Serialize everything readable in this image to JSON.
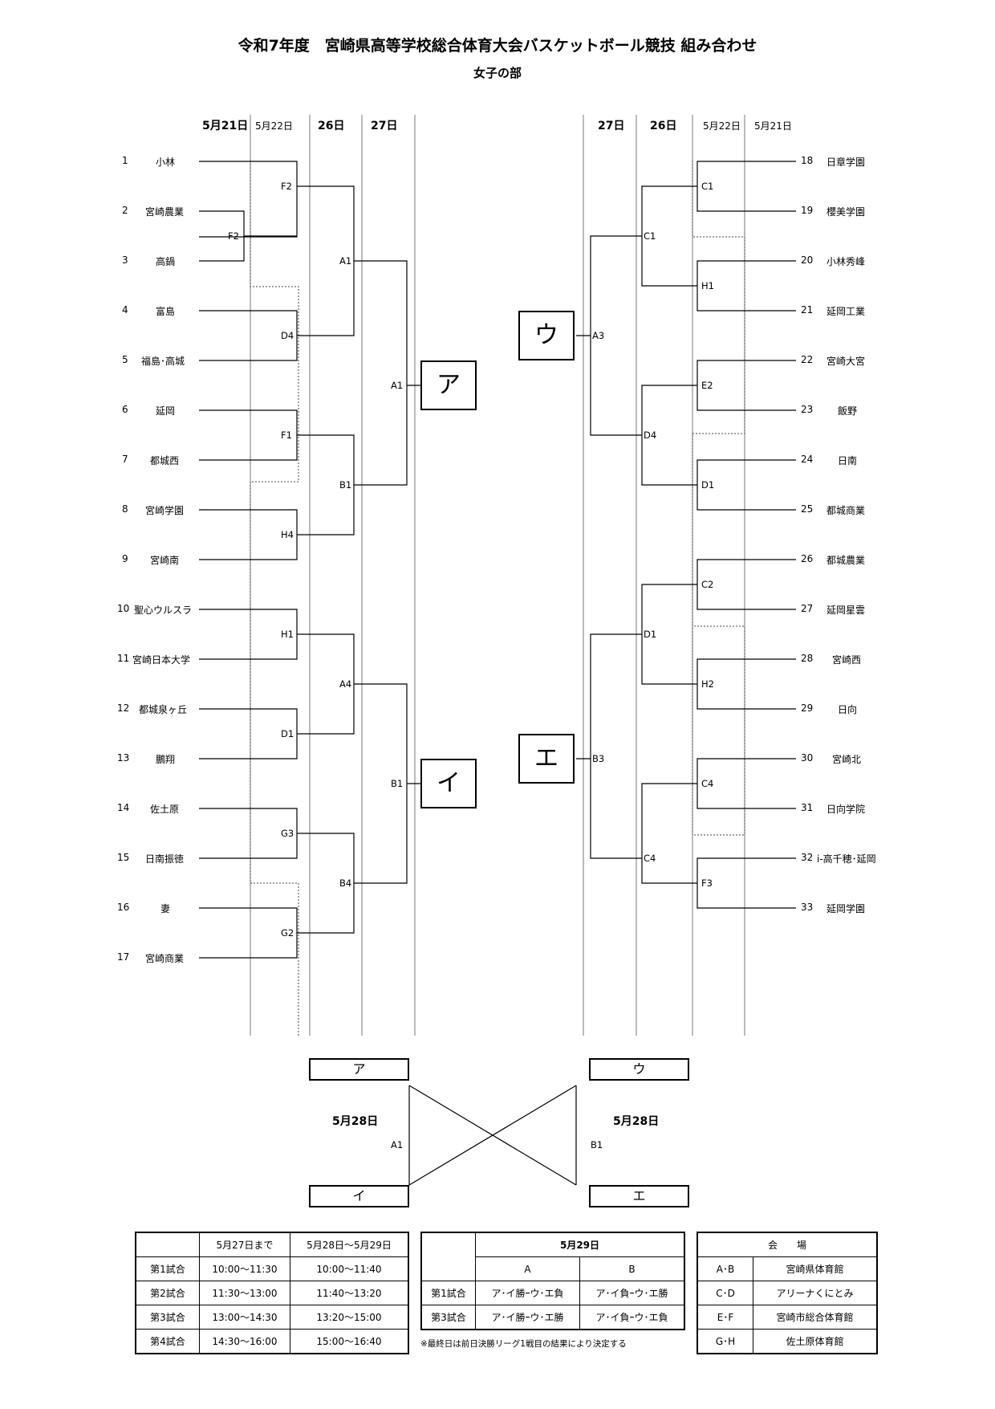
{
  "title": "令和7年度　宮崎県高等学校総合体育大会バスケットボール競技 組み合わせ",
  "subtitle": "女子の部",
  "left_headers": [
    "5月21日",
    "5月22日",
    "26日",
    "27日"
  ],
  "right_headers": [
    "27日",
    "26日",
    "5月22日",
    "5月21日"
  ],
  "left_teams": [
    {
      "num": "1",
      "name": "小林"
    },
    {
      "num": "2",
      "name": "宮崎農業"
    },
    {
      "num": "3",
      "name": "高鍋"
    },
    {
      "num": "4",
      "name": "富島"
    },
    {
      "num": "5",
      "name": "福島･高城"
    },
    {
      "num": "6",
      "name": "延岡"
    },
    {
      "num": "7",
      "name": "都城西"
    },
    {
      "num": "8",
      "name": "宮崎学園"
    },
    {
      "num": "9",
      "name": "宮崎南"
    },
    {
      "num": "10",
      "name": "聖心ウルスラ"
    },
    {
      "num": "11",
      "name": "宮崎日本大学"
    },
    {
      "num": "12",
      "name": "都城泉ヶ丘"
    },
    {
      "num": "13",
      "name": "鵬翔"
    },
    {
      "num": "14",
      "name": "佐土原"
    },
    {
      "num": "15",
      "name": "日南振徳"
    },
    {
      "num": "16",
      "name": "妻"
    },
    {
      "num": "17",
      "name": "宮崎商業"
    }
  ],
  "right_teams": [
    {
      "num": "18",
      "name": "日章学園"
    },
    {
      "num": "19",
      "name": "櫻美学園"
    },
    {
      "num": "20",
      "name": "小林秀峰"
    },
    {
      "num": "21",
      "name": "延岡工業"
    },
    {
      "num": "22",
      "name": "宮崎大宮"
    },
    {
      "num": "23",
      "name": "飯野"
    },
    {
      "num": "24",
      "name": "日南"
    },
    {
      "num": "25",
      "name": "都城商業"
    },
    {
      "num": "26",
      "name": "都城農業"
    },
    {
      "num": "27",
      "name": "延岡星雲"
    },
    {
      "num": "28",
      "name": "宮崎西"
    },
    {
      "num": "29",
      "name": "日向"
    },
    {
      "num": "30",
      "name": "宮崎北"
    },
    {
      "num": "31",
      "name": "日向学院"
    },
    {
      "num": "32",
      "name": "i-高千穂･延岡"
    },
    {
      "num": "33",
      "name": "延岡学園"
    }
  ],
  "left_matches": [
    "F2",
    "F2",
    "D4",
    "F1",
    "H4",
    "H1",
    "D1",
    "G3",
    "G2",
    "A1",
    "B1",
    "A4",
    "B4",
    "A1",
    "B1"
  ],
  "right_matches": [
    "C1",
    "H1",
    "E2",
    "D1",
    "C2",
    "H2",
    "C4",
    "F3",
    "C1",
    "D4",
    "D1",
    "C4",
    "A3",
    "B3"
  ],
  "blocks": {
    "a": "ア",
    "i": "イ",
    "u": "ウ",
    "e": "エ"
  },
  "final": {
    "date_left": "5月28日",
    "date_right": "5月28日",
    "court_left": "A1",
    "court_right": "B1"
  },
  "schedule": {
    "headers": [
      "",
      "5月27日まで",
      "5月28日～5月29日"
    ],
    "rows": [
      [
        "第1試合",
        "10:00～11:30",
        "10:00～11:40"
      ],
      [
        "第2試合",
        "11:30～13:00",
        "11:40～13:20"
      ],
      [
        "第3試合",
        "13:00～14:30",
        "13:20～15:00"
      ],
      [
        "第4試合",
        "14:30～16:00",
        "15:00～16:40"
      ]
    ]
  },
  "final_day": {
    "date": "5月29日",
    "col_a": "A",
    "col_b": "B",
    "rows": [
      [
        "第1試合",
        "ア･イ勝ｰウ･エ負",
        "ア･イ負ｰウ･エ勝"
      ],
      [
        "第3試合",
        "ア･イ勝ｰウ･エ勝",
        "ア･イ負ｰウ･エ負"
      ]
    ],
    "note": "※最終日は前日決勝リーグ1戦目の結果により決定する"
  },
  "venues": {
    "header": "会　　場",
    "rows": [
      [
        "A･B",
        "宮崎県体育館"
      ],
      [
        "C･D",
        "アリーナくにとみ"
      ],
      [
        "E･F",
        "宮崎市総合体育館"
      ],
      [
        "G･H",
        "佐土原体育館"
      ]
    ]
  }
}
